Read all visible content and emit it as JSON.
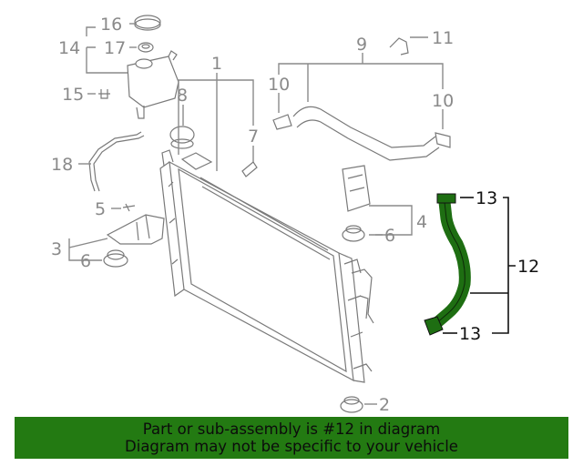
{
  "callouts": {
    "c16": "16",
    "c17": "17",
    "c14": "14",
    "c15": "15",
    "c18": "18",
    "c5": "5",
    "c3": "3",
    "c6a": "6",
    "c8": "8",
    "c1": "1",
    "c7": "7",
    "c9": "9",
    "c11": "11",
    "c10a": "10",
    "c10b": "10",
    "c6b": "6",
    "c4": "4",
    "c13a": "13",
    "c13b": "13",
    "c12": "12",
    "c2": "2"
  },
  "highlight_color": "#1e6e12",
  "banner": {
    "background": "#237a12",
    "line1": "Part or sub-assembly is #12 in diagram",
    "line2": "Diagram may not be specific to your vehicle"
  }
}
